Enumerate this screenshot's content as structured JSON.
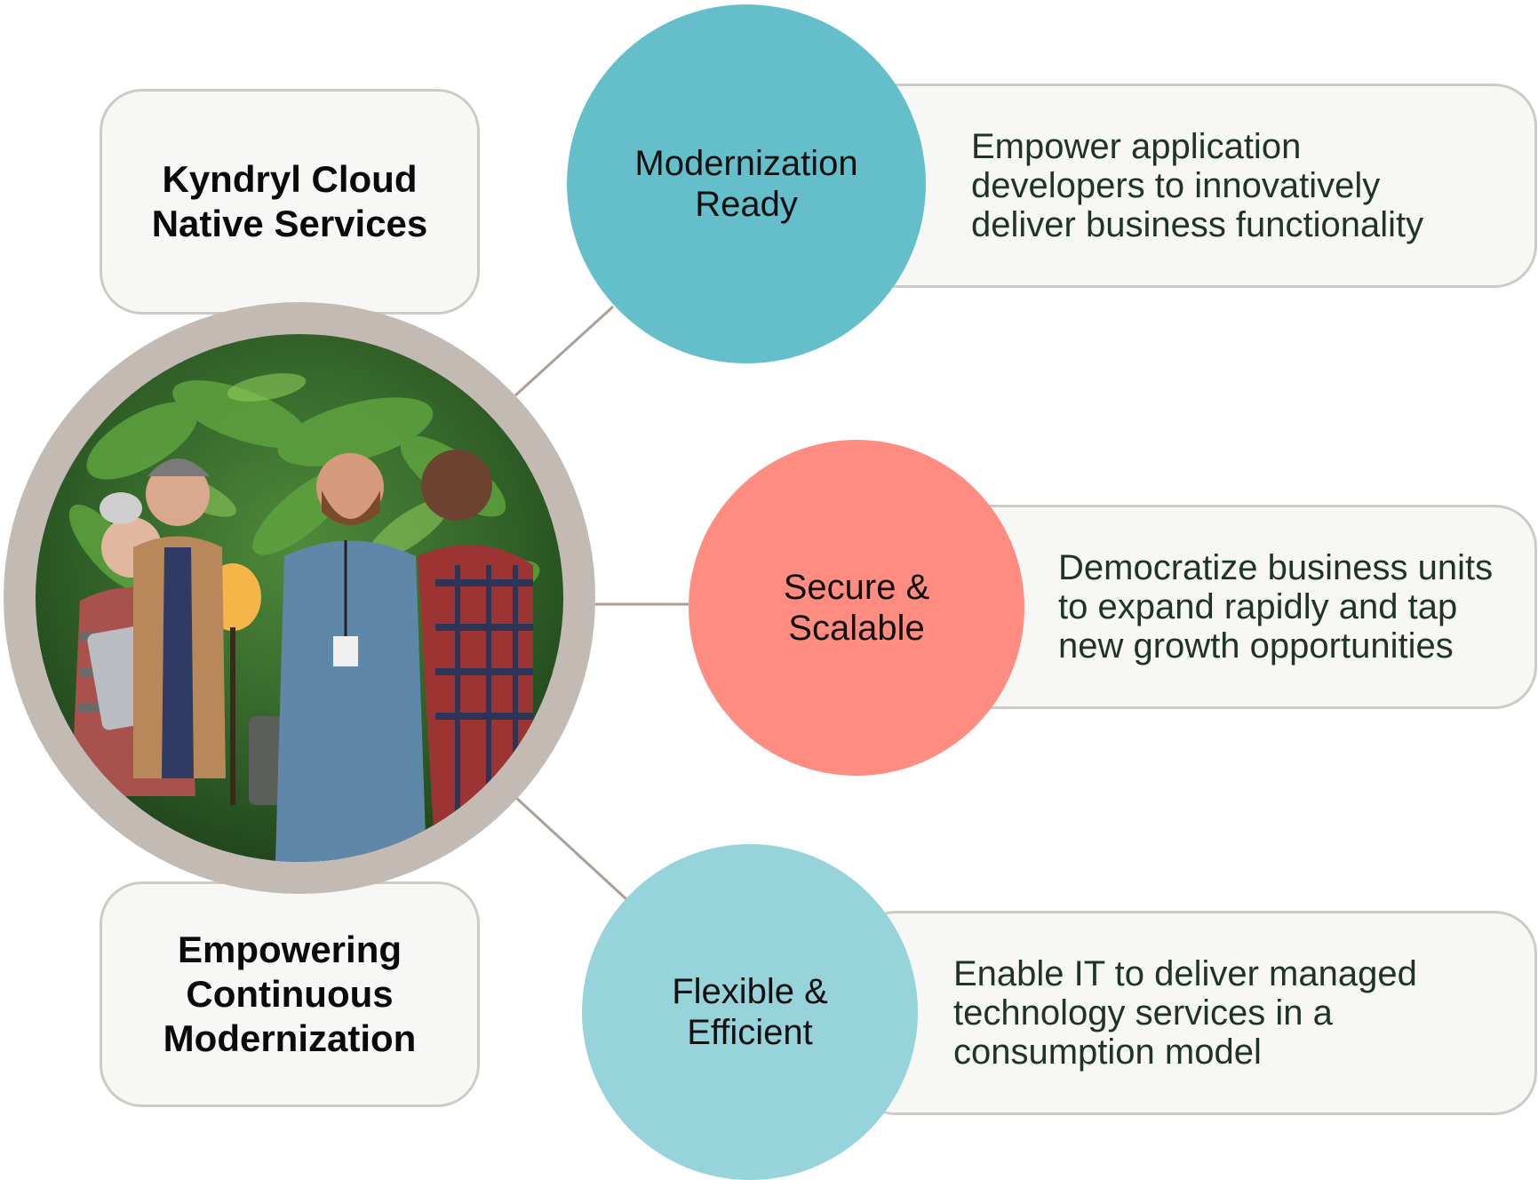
{
  "left_boxes": {
    "top": "Kyndryl Cloud Native Services",
    "bottom": "Empowering Continuous Modernization"
  },
  "pillars": [
    {
      "name": "Modernization Ready",
      "description": "Empower application developers to innovatively deliver business functionality",
      "color": "#64bfcb"
    },
    {
      "name": "Secure & Scalable",
      "description": "Democratize business units to expand rapidly and tap new growth opportunities",
      "color": "#fe8c80"
    },
    {
      "name": "Flexible & Efficient",
      "description": "Enable IT to deliver managed technology services in a consumption model",
      "color": "#96d3da"
    }
  ],
  "colors": {
    "box_fill": "#f7f7f5",
    "box_border": "#cfcac4",
    "ring": "#c2bab3",
    "connector": "#a99f96",
    "description_text": "#1f3329"
  }
}
